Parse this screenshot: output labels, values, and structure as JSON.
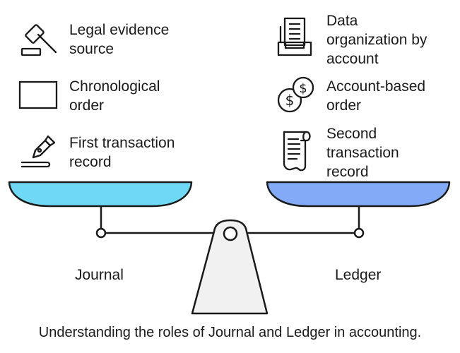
{
  "journal": {
    "label": "Journal",
    "pan_color": "#6ed8f5",
    "items": [
      {
        "icon": "gavel-icon",
        "text": "Legal evidence\nsource"
      },
      {
        "icon": "rectangle-icon",
        "text": "Chronological\norder"
      },
      {
        "icon": "fountain-pen-icon",
        "text": "First transaction\nrecord"
      }
    ]
  },
  "ledger": {
    "label": "Ledger",
    "pan_color": "#82aaf7",
    "items": [
      {
        "icon": "filing-tray-icon",
        "text": "Data\norganization by\naccount"
      },
      {
        "icon": "coins-icon",
        "text": "Account-based\norder"
      },
      {
        "icon": "receipt-scroll-icon",
        "text": "Second\ntransaction\nrecord"
      }
    ]
  },
  "fulcrum_color": "#f1f1f1",
  "caption": "Understanding the roles of Journal and Ledger in accounting."
}
